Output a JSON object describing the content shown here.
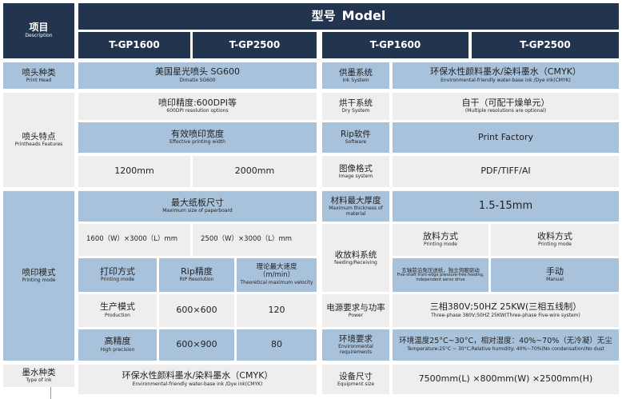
{
  "header": {
    "item_zh": "项目",
    "item_en": "Description",
    "model_zh": "型号",
    "model_en": "Model",
    "model1": "T-GP1600",
    "model2": "T-GP2500"
  },
  "left": {
    "printhead_type": {
      "zh": "喷头种类",
      "en": "Print  Head",
      "value_zh": "美国星光喷头 SG600",
      "value_en": "Dimatix  SG600"
    },
    "printhead_features": {
      "zh": "喷头特点",
      "en": "Printheads Features",
      "resolution_zh": "喷印精度:600DPI等",
      "resolution_en": "600DPI resolution options",
      "width_zh": "有效喷印宽度",
      "width_en": "Effective printing width",
      "width_1600": "1200mm",
      "width_2500": "2000mm"
    },
    "print_mode": {
      "zh": "喷印模式",
      "en": "Printing mode",
      "max_board_zh": "最大纸板尺寸",
      "max_board_en": "Maximum size of paperboard",
      "board_1600": "1600（W）×3000（L）mm",
      "board_2500": "2500（W）×3000（L）mm",
      "col1_zh": "打印方式",
      "col1_en": "Printing mode",
      "col2_zh": "Rip精度",
      "col2_en": "RIP Resolution",
      "col3_zh": "理论最大速度",
      "col3_sub": "（m/min）",
      "col3_en": "Theoretical maximum velocity",
      "prod_zh": "生产模式",
      "prod_en": "Production",
      "prod_res": "600×600",
      "prod_speed": "120",
      "hq_zh": "高精度",
      "hq_en": "High precision",
      "hq_res": "600×900",
      "hq_speed": "80"
    },
    "ink_type": {
      "zh": "墨水种类",
      "en": "Type of ink",
      "value_zh": "环保水性颜料墨水/染料墨水（CMYK）",
      "value_en": "Environmental-friendly water-base ink /Dye ink(CMYK)"
    }
  },
  "right": {
    "ink_system": {
      "zh": "供墨系统",
      "en": "Ink System",
      "value_zh": "环保水性颜料墨水/染料墨水（CMYK）",
      "value_en": "Environmental-friendly water-base ink /Dye ink(CMYK)"
    },
    "dry_system": {
      "zh": "烘干系统",
      "en": "Dry System",
      "value_zh": "自干（可配干燥单元）",
      "value_en": "(Multiple resolutions are optional)"
    },
    "rip": {
      "zh": "Rip软件",
      "en": "Software",
      "value": "Print Factory"
    },
    "image_format": {
      "zh": "图像格式",
      "en": "Image system",
      "value": "PDF/TIFF/AI"
    },
    "max_thickness": {
      "zh": "材料最大厚度",
      "en": "Maximum thickness of material",
      "value": "1.5-15mm"
    },
    "feeding": {
      "zh": "收放料系统",
      "en": "feeding/Receiving",
      "feed_zh": "放料方式",
      "feed_en": "Printing mode",
      "recv_zh": "收料方式",
      "recv_en": "Printing mode",
      "feed_value_zh": "五轴前沿免压送纸，独立伺服驱动",
      "feed_value_en": "Five-shaft front-edge pressure-free feeding, independent servo drive",
      "recv_value_zh": "手动",
      "recv_value_en": "Manual"
    },
    "power": {
      "zh": "电源要求与功率",
      "en": "Power",
      "value_zh": "三相380V;50HZ 25KW(三相五线制）",
      "value_en": "Three-phase 380V;50HZ 25KW(Three-phase Five-wire system)"
    },
    "environment": {
      "zh": "环境要求",
      "en": "Environmental requirements",
      "value_zh": "环境温度25°C~30°C，相对湿度：40%~70%（无冷凝）无尘",
      "value_en": "Temperature:25°C ~ 30°C,Relative humidity: 40%~70%(No condensation)No dust"
    },
    "equipment_size": {
      "zh": "设备尺寸",
      "en": "Equipment size",
      "value": "7500mm(L) ×800mm(W) ×2500mm(H)"
    }
  },
  "colors": {
    "navy": "#22344e",
    "blue": "#a9c2dc",
    "grey": "#eeeeee"
  }
}
